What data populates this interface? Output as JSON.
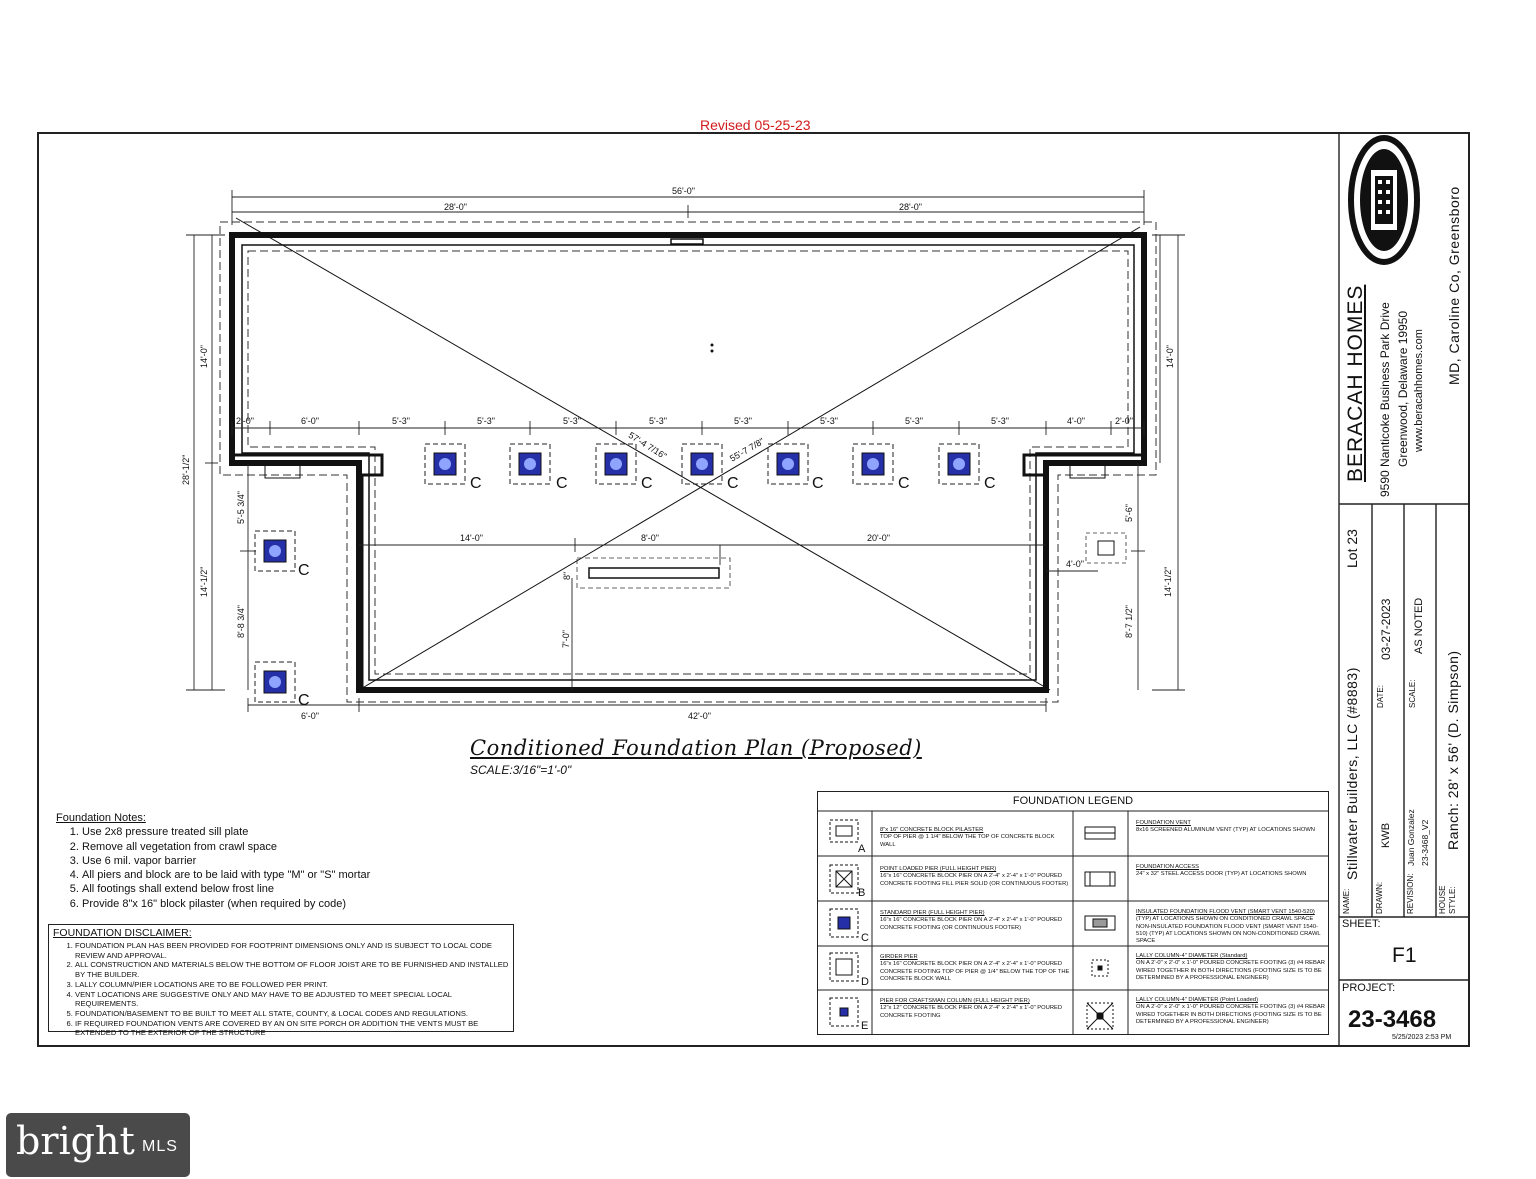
{
  "revision_note": "Revised 05-25-23",
  "plan": {
    "title": "Conditioned Foundation Plan (Proposed)",
    "scale": "SCALE:3/16\"=1'-0\"",
    "dims": {
      "overall_width": "56'-0\"",
      "half_left": "28'-0\"",
      "half_right": "28'-0\"",
      "upper_left": "14'-0\"",
      "upper_right": "14'-0\"",
      "overall_depth": "28'-1/2\"",
      "lower_left": "14'-1/2\"",
      "lower_right": "14'-1/2\"",
      "seg_2_0_l": "2'-0\"",
      "seg_6_0": "6'-0\"",
      "seg_5_3": "5'-3\"",
      "seg_4_0": "4'-0\"",
      "seg_2_0_r": "2'-0\"",
      "diag_1": "57'-4 7/16\"",
      "diag_2": "55'-7 7/8\"",
      "left_5_5": "5'-5 3/4\"",
      "left_8_8": "8'-8 3/4\"",
      "right_5_6": "5'-6\"",
      "right_8_7": "8'-7 1/2\"",
      "inner_14_0": "14'-0\"",
      "inner_8_0": "8'-0\"",
      "inner_20_0": "20'-0\"",
      "inner_8": "8\"",
      "inner_7_0": "7'-0\"",
      "bottom_6_0": "6'-0\"",
      "bottom_42_0": "42'-0\"",
      "access_4_0": "4'-0\""
    },
    "pier_tag": "C"
  },
  "notes": {
    "title": "Foundation Notes:",
    "items": [
      "Use 2x8 pressure treated sill plate",
      "Remove all vegetation from crawl space",
      "Use 6 mil. vapor barrier",
      "All piers and block are to be laid with type \"M\" or \"S\" mortar",
      "All footings shall extend below frost line",
      "Provide 8\"x 16\" block pilaster (when required by code)"
    ]
  },
  "disclaimer": {
    "title": "FOUNDATION DISCLAIMER:",
    "items": [
      "FOUNDATION PLAN HAS BEEN PROVIDED FOR FOOTPRINT DIMENSIONS ONLY AND IS SUBJECT TO LOCAL CODE REVIEW AND APPROVAL.",
      "ALL CONSTRUCTION AND MATERIALS BELOW THE BOTTOM OF FLOOR JOIST ARE TO BE FURNISHED AND INSTALLED BY THE BUILDER.",
      "LALLY COLUMN/PIER LOCATIONS ARE TO BE FOLLOWED PER PRINT.",
      "VENT LOCATIONS ARE SUGGESTIVE ONLY AND MAY HAVE TO BE ADJUSTED TO MEET SPECIAL LOCAL REQUIREMENTS.",
      "FOUNDATION/BASEMENT TO BE BUILT TO MEET ALL STATE, COUNTY, & LOCAL CODES AND REGULATIONS.",
      "IF REQUIRED FOUNDATION VENTS ARE COVERED BY AN ON SITE PORCH OR ADDITION THE VENTS MUST BE EXTENDED TO THE EXTERIOR OF THE STRUCTURE"
    ]
  },
  "legend": {
    "title": "FOUNDATION LEGEND",
    "left": [
      {
        "tag": "A",
        "title": "8\"x 16\" CONCRETE BLOCK PILASTER",
        "body": "TOP OF PIER @ 1 1/4\" BELOW THE TOP OF CONCRETE BLOCK WALL"
      },
      {
        "tag": "B",
        "title": "POINT LOADED PIER (FULL HEIGHT PIER)",
        "body": "16\"x 16\" CONCRETE BLOCK PIER ON A 2'-4\" x 2'-4\" x 1'-0\" POURED CONCRETE FOOTING FILL PIER SOLID (OR CONTINUOUS FOOTER)"
      },
      {
        "tag": "C",
        "title": "STANDARD PIER (FULL HEIGHT PIER)",
        "body": "16\"x 16\" CONCRETE BLOCK PIER ON A 2'-4\" x 2'-4\" x 1'-0\" POURED CONCRETE FOOTING (OR CONTINUOUS FOOTER)"
      },
      {
        "tag": "D",
        "title": "GIRDER PIER",
        "body": "16\"x 16\" CONCRETE BLOCK PIER ON A 2'-4\" x 2'-4\" x 1'-0\" POURED CONCRETE FOOTING TOP OF PIER @ 1/4\" BELOW THE TOP OF THE CONCRETE BLOCK WALL"
      },
      {
        "tag": "E",
        "title": "PIER FOR CRAFTSMAN COLUMN (FULL HEIGHT PIER)",
        "body": "12\"x 12\" CONCRETE BLOCK PIER ON A 2'-4\" x 2'-4\" x 1'-0\" POURED CONCRETE FOOTING"
      }
    ],
    "right": [
      {
        "title": "FOUNDATION VENT",
        "body": "8x16 SCREENED ALUMINUM VENT (TYP) AT LOCATIONS SHOWN"
      },
      {
        "title": "FOUNDATION ACCESS",
        "body": "24\" x 32\" STEEL ACCESS DOOR (TYP) AT LOCATIONS SHOWN"
      },
      {
        "title": "INSULATED FOUNDATION FLOOD VENT (SMART VENT 1540-520)",
        "body": "(TYP) AT LOCATIONS SHOWN ON CONDITIONED CRAWL SPACE NON-INSULATED FOUNDATION FLOOD VENT (SMART VENT 1540-510) (TYP) AT LOCATIONS SHOWN ON NON-CONDITIONED CRAWL SPACE"
      },
      {
        "title": "LALLY COLUMN-4\" DIAMETER (Standard)",
        "body": "ON A 2'-0\" x 2'-0\" x 1'-0\" POURED CONCRETE FOOTING (3) #4 REBAR WIRED TOGETHER IN BOTH DIRECTIONS (FOOTING SIZE IS TO BE DETERMINED BY A PROFESSIONAL ENGINEER)"
      },
      {
        "title": "LALLY COLUMN-4\" DIAMETER (Point Loaded)",
        "body": "ON A 2'-0\" x 2'-0\" x 1'-0\" POURED CONCRETE FOOTING (3) #4 REBAR WIRED TOGETHER IN BOTH DIRECTIONS (FOOTING SIZE IS TO BE DETERMINED BY A PROFESSIONAL ENGINEER)"
      }
    ]
  },
  "title_block": {
    "company": "BERACAH HOMES",
    "address_1": "9590 Nanticoke Business Park Drive",
    "address_2": "Greenwood, Delaware 19950",
    "website": "www.beracahhomes.com",
    "location": "MD, Caroline Co, Greensboro",
    "name_label": "NAME:",
    "name": "Stillwater Builders, LLC (#8883)",
    "lot": "Lot 23",
    "drawn_label": "DRAWN:",
    "drawn": "KWB",
    "date_label": "DATE:",
    "date": "03-27-2023",
    "scale_label": "SCALE:",
    "scale": "AS NOTED",
    "revision_label": "REVISION:",
    "revision_1": "Juan Gonzalez",
    "revision_2": "23-3468_V2",
    "style_label_1": "HOUSE",
    "style_label_2": "STYLE:",
    "style": "Ranch: 28' x 56' (D. Simpson)",
    "sheet_label": "SHEET:",
    "sheet": "F1",
    "project_label": "PROJECT:",
    "project": "23-3468",
    "timestamp": "5/25/2023 2:53 PM"
  },
  "watermark": {
    "brand": "bright",
    "suffix": "MLS"
  }
}
